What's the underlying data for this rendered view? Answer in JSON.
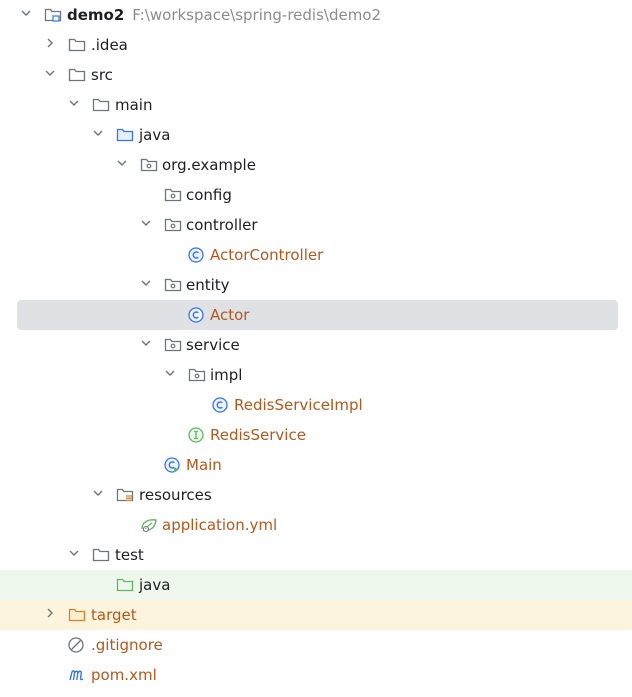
{
  "project": {
    "name": "demo2",
    "path": "F:\\workspace\\spring-redis\\demo2"
  },
  "tree": {
    "idea": ".idea",
    "src": "src",
    "main": "main",
    "java": "java",
    "org_example": "org.example",
    "config": "config",
    "controller": "controller",
    "actor_controller": "ActorController",
    "entity": "entity",
    "actor": "Actor",
    "service": "service",
    "impl": "impl",
    "redis_service_impl": "RedisServiceImpl",
    "redis_service": "RedisService",
    "main_class": "Main",
    "resources": "resources",
    "application_yml": "application.yml",
    "test": "test",
    "test_java": "java",
    "target": "target",
    "gitignore": ".gitignore",
    "pom": "pom.xml"
  },
  "colors": {
    "selected_row": "#dfe1e5",
    "test_row": "#edf7ec",
    "excluded_row": "#fdf4dd",
    "class_icon": "#3574f0",
    "interface_icon": "#5fb865",
    "file_label": "#b5581c"
  }
}
